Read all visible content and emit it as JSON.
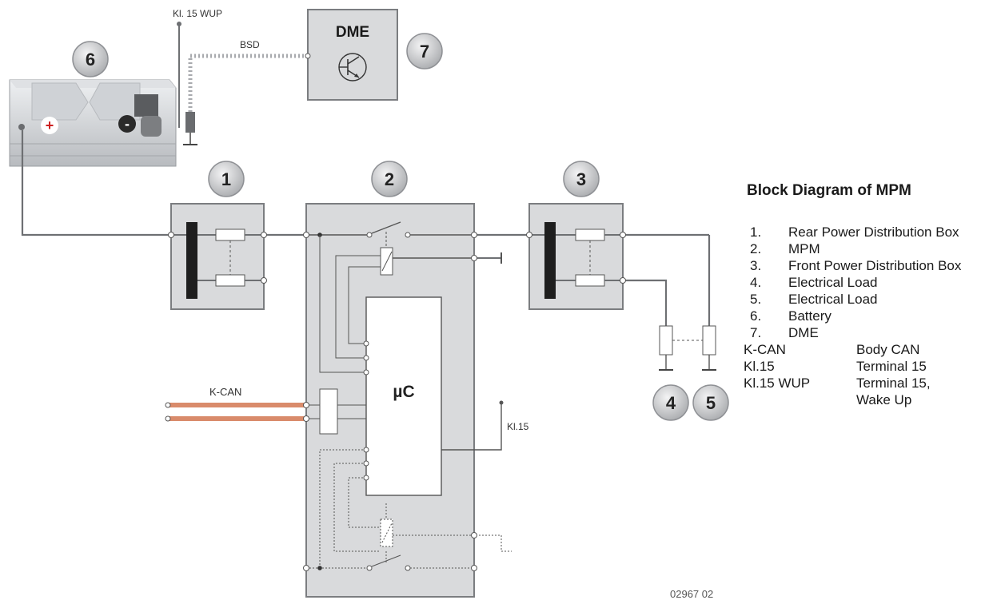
{
  "diagram": {
    "callouts": [
      "1",
      "2",
      "3",
      "4",
      "5",
      "6",
      "7"
    ],
    "dme_label": "DME",
    "bsd_label": "BSD",
    "kl15_wup_label": "Kl. 15 WUP",
    "kcan_label": "K-CAN",
    "kl15_label": "Kl.15",
    "uc_label": "µC",
    "figure_code": "02967 02",
    "colors": {
      "box_fill": "#d9dadc",
      "box_stroke": "#7b7d80",
      "wire": "#6e7073",
      "can": "#d98b6b",
      "callout": "#c8c9cb"
    }
  },
  "legend": {
    "title": "Block Diagram of MPM",
    "items": [
      {
        "num": "1.",
        "text": "Rear Power Distribution Box"
      },
      {
        "num": "2.",
        "text": "MPM"
      },
      {
        "num": "3.",
        "text": "Front Power Distribution Box"
      },
      {
        "num": "4.",
        "text": "Electrical Load"
      },
      {
        "num": "5.",
        "text": "Electrical Load"
      },
      {
        "num": "6.",
        "text": "Battery"
      },
      {
        "num": "7.",
        "text": "DME"
      }
    ],
    "abbreviations": [
      {
        "key": "K-CAN",
        "value": "Body CAN"
      },
      {
        "key": "Kl.15",
        "value": "Terminal 15"
      },
      {
        "key": "Kl.15 WUP",
        "value": "Terminal 15, Wake Up"
      }
    ]
  }
}
